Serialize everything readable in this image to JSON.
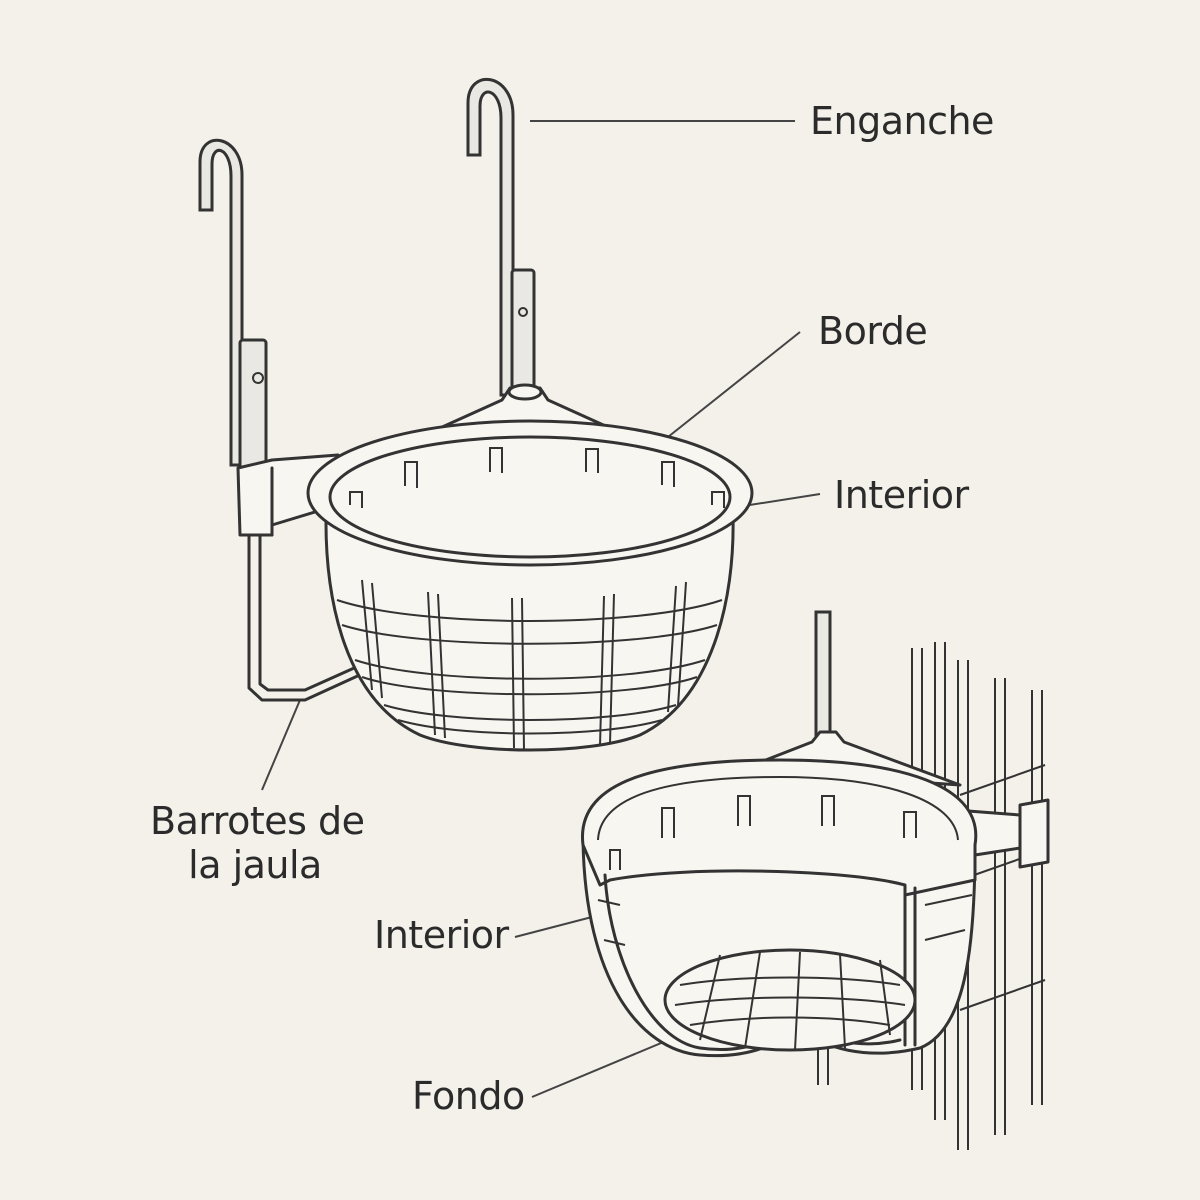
{
  "labels": {
    "enganche": "Enganche",
    "borde": "Borde",
    "interior_top": "Interior",
    "barrotes_line1": "Barrotes de",
    "barrotes_line2": "la jaula",
    "interior_bottom": "Interior",
    "fondo": "Fondo"
  },
  "colors": {
    "background": "#f3f1ea",
    "ink": "#333333"
  }
}
